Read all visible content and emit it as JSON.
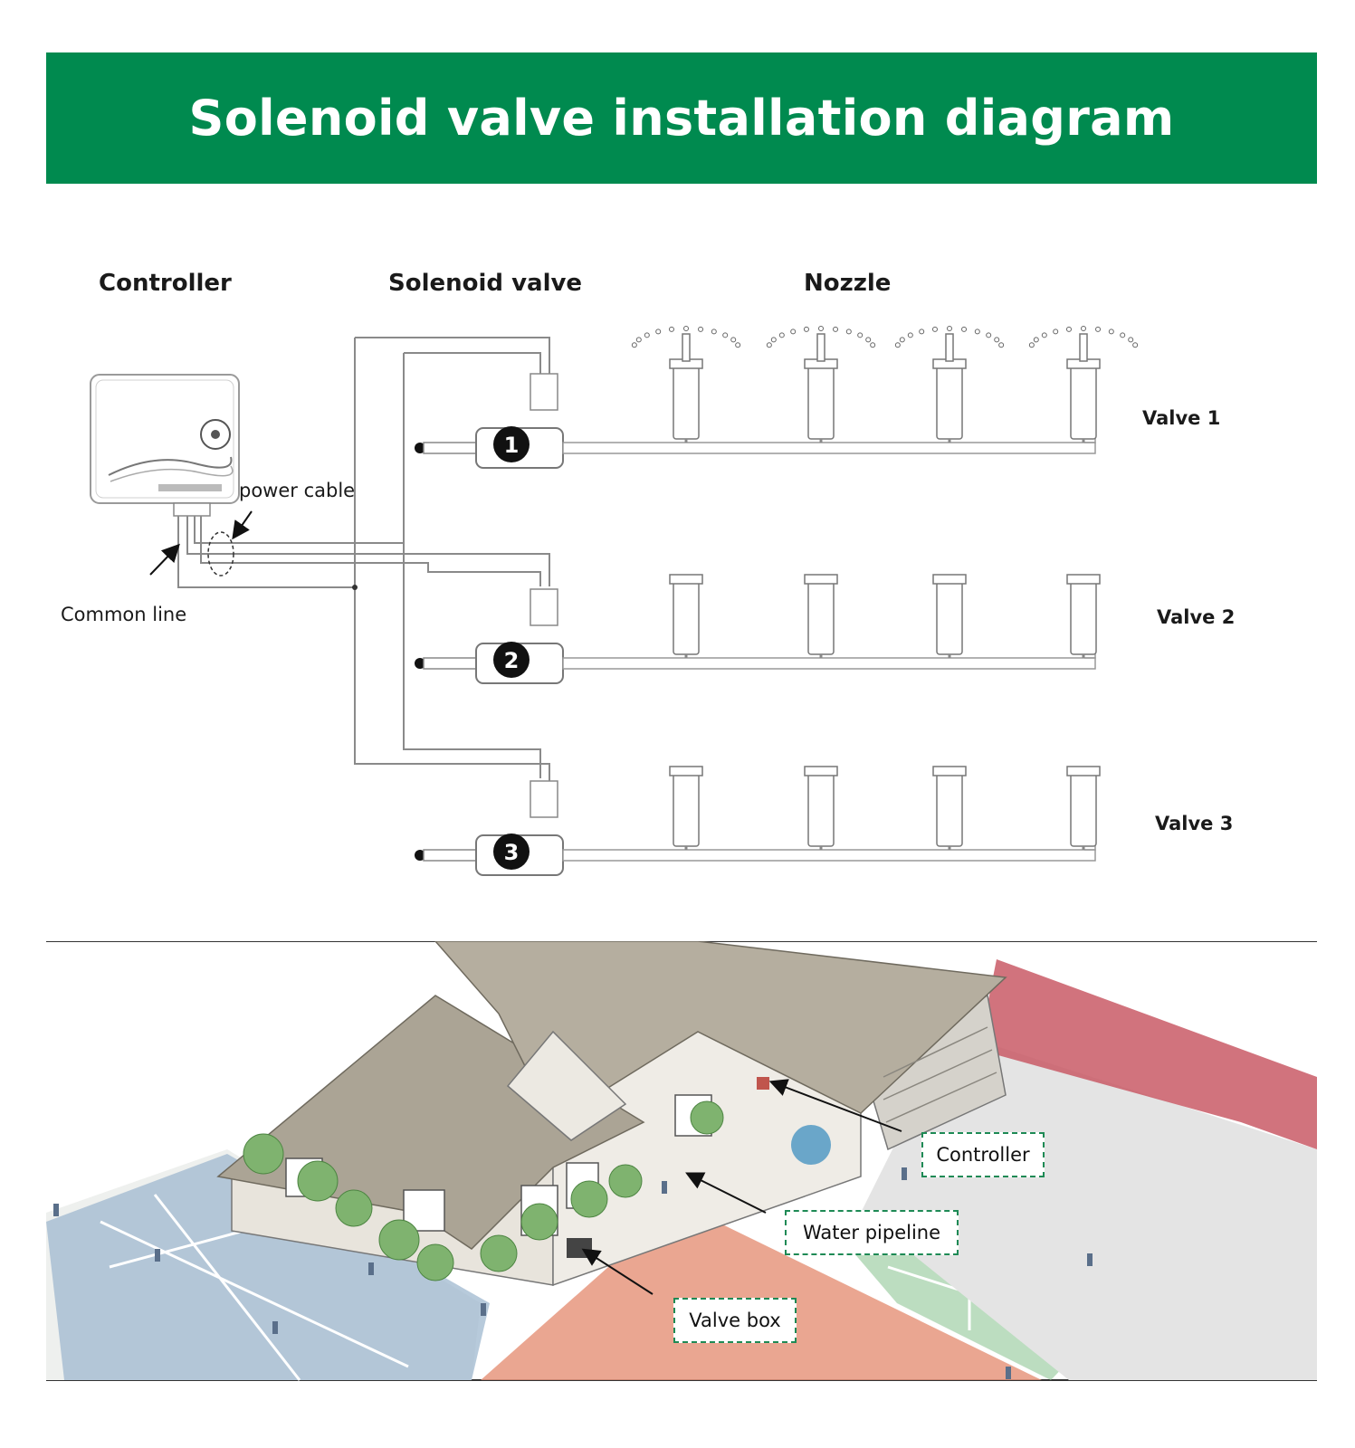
{
  "banner": {
    "title": "Solenoid valve installation diagram",
    "color": "#008a4f"
  },
  "columns": {
    "controller": "Controller",
    "solenoid_valve": "Solenoid valve",
    "nozzle": "Nozzle"
  },
  "labels": {
    "power_cable": "power cable",
    "common_line": "Common line"
  },
  "valves": [
    {
      "number": "1",
      "label": "Valve 1"
    },
    {
      "number": "2",
      "label": "Valve 2"
    },
    {
      "number": "3",
      "label": "Valve 3"
    }
  ],
  "callouts": {
    "controller": "Controller",
    "water_pipeline": "Water pipeline",
    "valve_box": "Valve box"
  }
}
